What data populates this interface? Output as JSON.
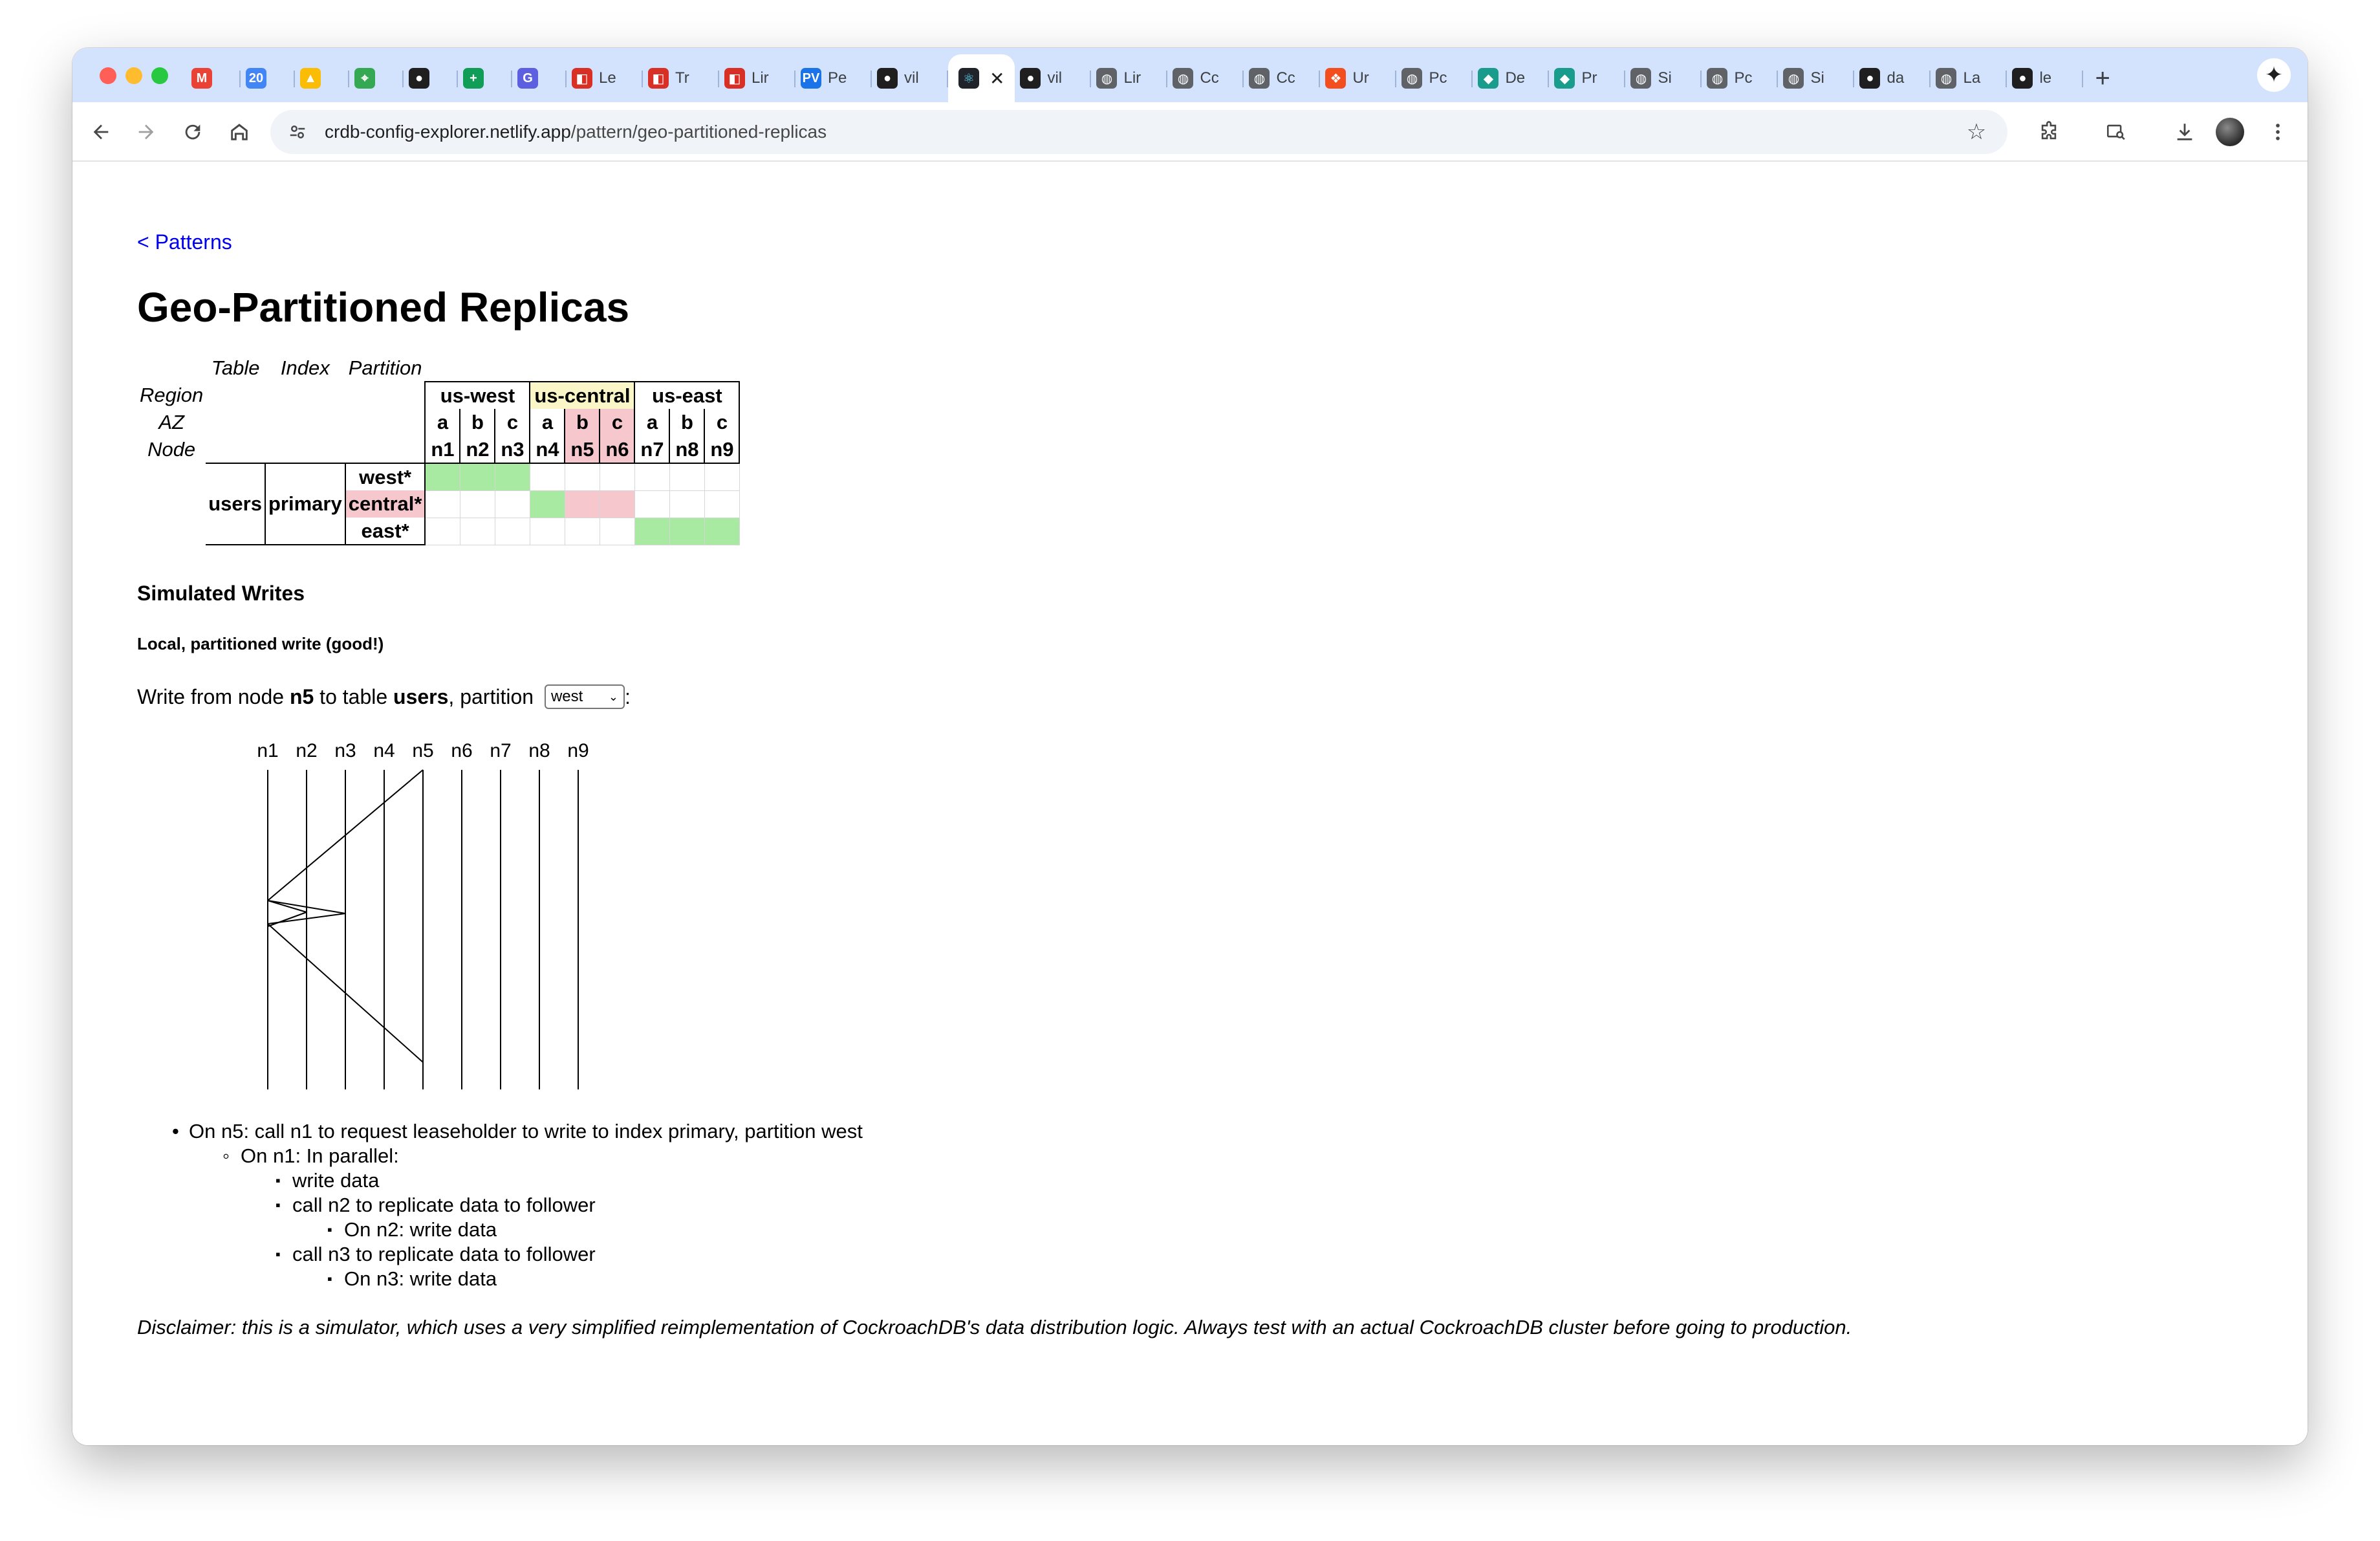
{
  "browser": {
    "tabs": [
      {
        "icon": "gmail-icon",
        "label": "",
        "color": "#ea4335",
        "glyph": "M"
      },
      {
        "icon": "calendar-icon",
        "label": "",
        "color": "#4285f4",
        "glyph": "20"
      },
      {
        "icon": "drive-icon",
        "label": "",
        "color": "#fbbc04",
        "glyph": "▲"
      },
      {
        "icon": "maps-icon",
        "label": "",
        "color": "#34a853",
        "glyph": "⌖"
      },
      {
        "icon": "github-icon",
        "label": "",
        "color": "#1f1f1f",
        "glyph": "●"
      },
      {
        "icon": "sheets-icon",
        "label": "",
        "color": "#0f9d58",
        "glyph": "+"
      },
      {
        "icon": "app-icon",
        "label": "",
        "color": "#5b5fe0",
        "glyph": "G"
      },
      {
        "icon": "doc-icon",
        "label": "Le",
        "color": "#d93025",
        "glyph": "◧"
      },
      {
        "icon": "doc-icon",
        "label": "Tr",
        "color": "#d93025",
        "glyph": "◧"
      },
      {
        "icon": "doc-icon",
        "label": "Lir",
        "color": "#d93025",
        "glyph": "◧"
      },
      {
        "icon": "pv-icon",
        "label": "Pe",
        "color": "#1a73e8",
        "glyph": "PV"
      },
      {
        "icon": "github-icon",
        "label": "vil",
        "color": "#1f1f1f",
        "glyph": "●"
      }
    ],
    "active_tab": {
      "icon": "react-icon",
      "close": "✕"
    },
    "tabs_after": [
      {
        "icon": "github-icon",
        "label": "vil",
        "color": "#1f1f1f",
        "glyph": "●"
      },
      {
        "icon": "globe-icon",
        "label": "Lir",
        "color": "#5f6368",
        "glyph": "◍"
      },
      {
        "icon": "globe-icon",
        "label": "Cc",
        "color": "#5f6368",
        "glyph": "◍"
      },
      {
        "icon": "globe-icon",
        "label": "Cc",
        "color": "#5f6368",
        "glyph": "◍"
      },
      {
        "icon": "figma-icon",
        "label": "Ur",
        "color": "#f24e1e",
        "glyph": "❖"
      },
      {
        "icon": "globe-icon",
        "label": "Pc",
        "color": "#5f6368",
        "glyph": "◍"
      },
      {
        "icon": "diamond-icon",
        "label": "De",
        "color": "#1a9c8c",
        "glyph": "◆"
      },
      {
        "icon": "diamond-icon",
        "label": "Pr",
        "color": "#1a9c8c",
        "glyph": "◆"
      },
      {
        "icon": "globe-icon",
        "label": "Si",
        "color": "#5f6368",
        "glyph": "◍"
      },
      {
        "icon": "globe-icon",
        "label": "Pc",
        "color": "#5f6368",
        "glyph": "◍"
      },
      {
        "icon": "globe-icon",
        "label": "Si",
        "color": "#5f6368",
        "glyph": "◍"
      },
      {
        "icon": "github-icon",
        "label": "da",
        "color": "#1f1f1f",
        "glyph": "●"
      },
      {
        "icon": "globe-icon",
        "label": "La",
        "color": "#5f6368",
        "glyph": "◍"
      },
      {
        "icon": "github-icon",
        "label": "le",
        "color": "#1f1f1f",
        "glyph": "●"
      }
    ],
    "new_tab": "+",
    "url_host": "crdb-config-explorer.netlify.app",
    "url_path": "/pattern/geo-partitioned-replicas"
  },
  "page": {
    "back_link": "< Patterns",
    "title": "Geo-Partitioned Replicas"
  },
  "placement": {
    "col_headers": {
      "table": "Table",
      "index": "Index",
      "partition": "Partition"
    },
    "row_labels": {
      "region": "Region",
      "az": "AZ",
      "node": "Node"
    },
    "regions": [
      {
        "name": "us-west",
        "highlight": "none"
      },
      {
        "name": "us-central",
        "highlight": "yellow"
      },
      {
        "name": "us-east",
        "highlight": "none"
      }
    ],
    "azs": [
      "a",
      "b",
      "c",
      "a",
      "b",
      "c",
      "a",
      "b",
      "c"
    ],
    "nodes": [
      "n1",
      "n2",
      "n3",
      "n4",
      "n5",
      "n6",
      "n7",
      "n8",
      "n9"
    ],
    "highlighted_nodes": [
      "n5",
      "n6"
    ],
    "table_name": "users",
    "index_name": "primary",
    "rows": [
      {
        "partition": "west*",
        "highlight": "none",
        "cells": [
          "green",
          "green",
          "green",
          "",
          "",
          "",
          "",
          "",
          ""
        ]
      },
      {
        "partition": "central*",
        "highlight": "pink",
        "cells": [
          "",
          "",
          "",
          "green",
          "pink",
          "pink",
          "",
          "",
          ""
        ]
      },
      {
        "partition": "east*",
        "highlight": "none",
        "cells": [
          "",
          "",
          "",
          "",
          "",
          "",
          "green",
          "green",
          "green"
        ]
      }
    ],
    "colors": {
      "green": "#a9eaa2",
      "pink": "#f6c7cc",
      "yellow": "#fbf6c7"
    }
  },
  "simulated": {
    "heading": "Simulated Writes",
    "subheading": "Local, partitioned write (good!)",
    "write_prefix": "Write from node ",
    "from_node": "n5",
    "write_mid": " to table ",
    "table": "users",
    "write_mid2": ", partition ",
    "partition_selected": "west",
    "write_suffix": ":"
  },
  "sequence": {
    "nodes": [
      "n1",
      "n2",
      "n3",
      "n4",
      "n5",
      "n6",
      "n7",
      "n8",
      "n9"
    ],
    "messages": [
      {
        "from": "n5",
        "to": "n1",
        "kind": "request"
      },
      {
        "from": "n1",
        "to": "n2",
        "kind": "replicate"
      },
      {
        "from": "n1",
        "to": "n3",
        "kind": "replicate"
      },
      {
        "from": "n1",
        "to": "n5",
        "kind": "response"
      }
    ]
  },
  "steps": {
    "s1": "On n5: call n1 to request leaseholder to write to index primary, partition west",
    "s2": "On n1: In parallel:",
    "s3": "write data",
    "s4": "call n2 to replicate data to follower",
    "s5": "On n2: write data",
    "s6": "call n3 to replicate data to follower",
    "s7": "On n3: write data"
  },
  "disclaimer": "Disclaimer: this is a simulator, which uses a very simplified reimplementation of CockroachDB's data distribution logic. Always test with an actual CockroachDB cluster before going to production."
}
